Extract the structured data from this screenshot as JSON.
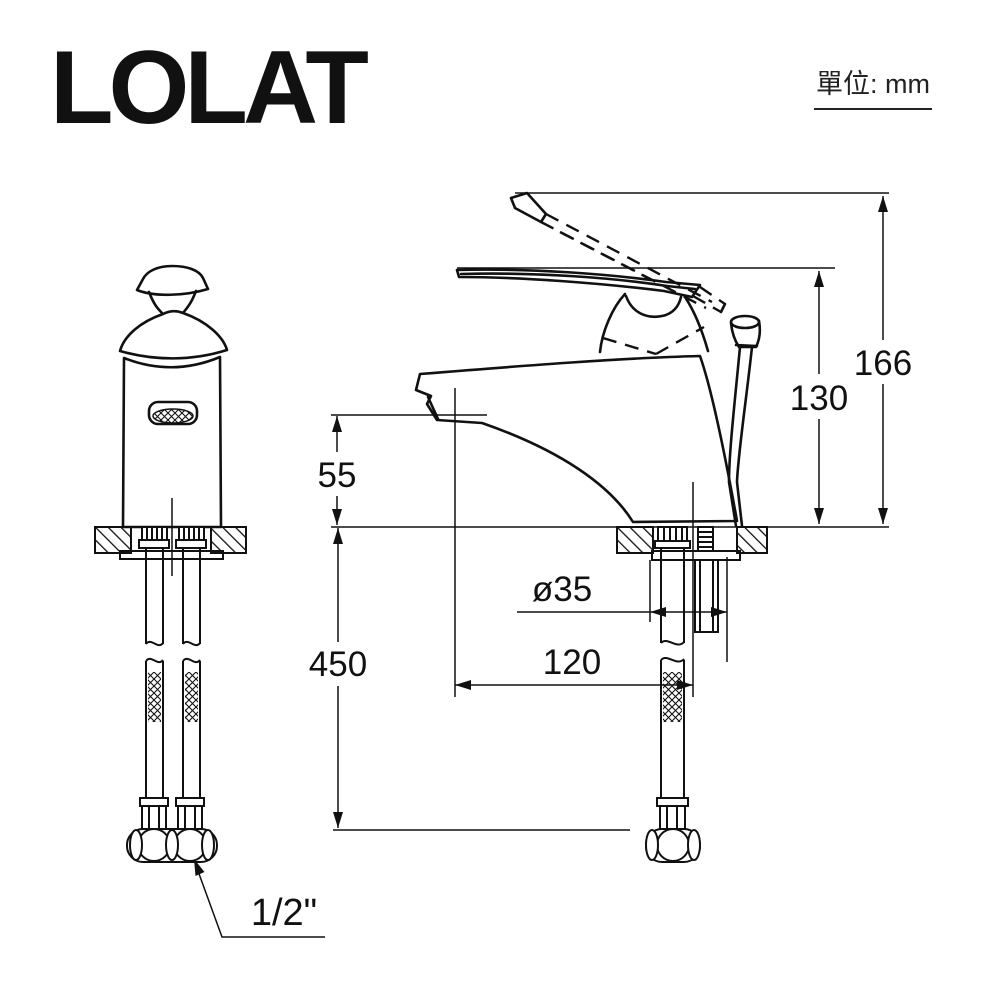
{
  "header": {
    "brand": "LOLAT",
    "unit_label": "單位: mm"
  },
  "drawing": {
    "dimensions": {
      "overall_height": "166",
      "handle_raised_height": "130",
      "spout_height": "55",
      "hose_length": "450",
      "mounting_hole_diameter": "ø35",
      "spout_reach": "120",
      "connector_size": "1/2\""
    }
  }
}
